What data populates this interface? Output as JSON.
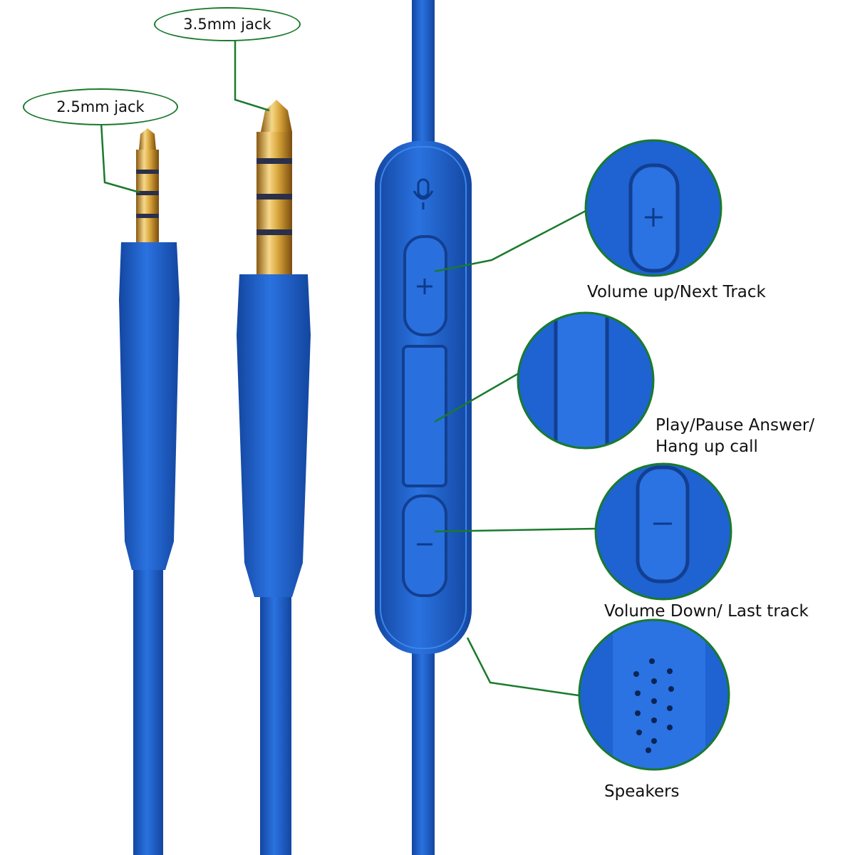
{
  "labels": {
    "jack_2_5": "2.5mm jack",
    "jack_3_5": "3.5mm jack",
    "volume_up": "Volume up/Next Track",
    "play_pause_line1": "Play/Pause Answer/",
    "play_pause_line2": "Hang up call",
    "volume_down": "Volume Down/ Last track",
    "speakers": "Speakers"
  },
  "colors": {
    "cable_blue": "#1d5fcc",
    "cable_dark": "#1346a0",
    "gold": "#d9a63c",
    "callout_green": "#1a7a2c"
  },
  "icons": [
    "microphone-icon",
    "plus-icon",
    "minus-icon"
  ]
}
